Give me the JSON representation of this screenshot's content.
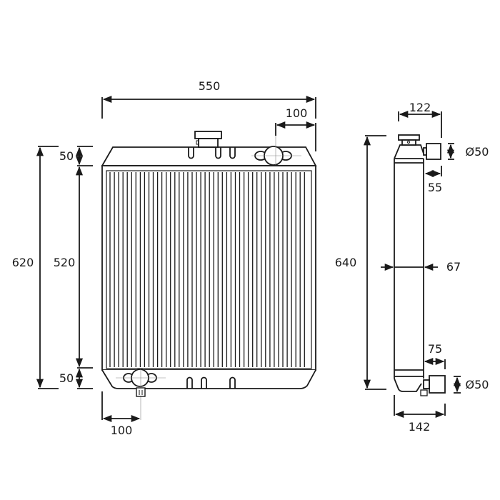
{
  "diagram": {
    "subject": "radiator-technical-drawing",
    "stroke_color": "#1a1a1a",
    "background": "#ffffff",
    "front_view": {
      "overall_width": "550",
      "outlet_offset_top": "100",
      "inlet_offset_bottom": "100",
      "overall_height": "620",
      "core_height": "520",
      "top_tank_height": "50",
      "bottom_tank_height": "50"
    },
    "side_view": {
      "overall_height": "640",
      "top_depth": "122",
      "top_pipe_diameter": "Ø50",
      "top_pipe_length": "55",
      "core_thickness": "67",
      "bottom_pipe_length": "75",
      "bottom_pipe_diameter": "Ø50",
      "bottom_depth": "142"
    }
  }
}
